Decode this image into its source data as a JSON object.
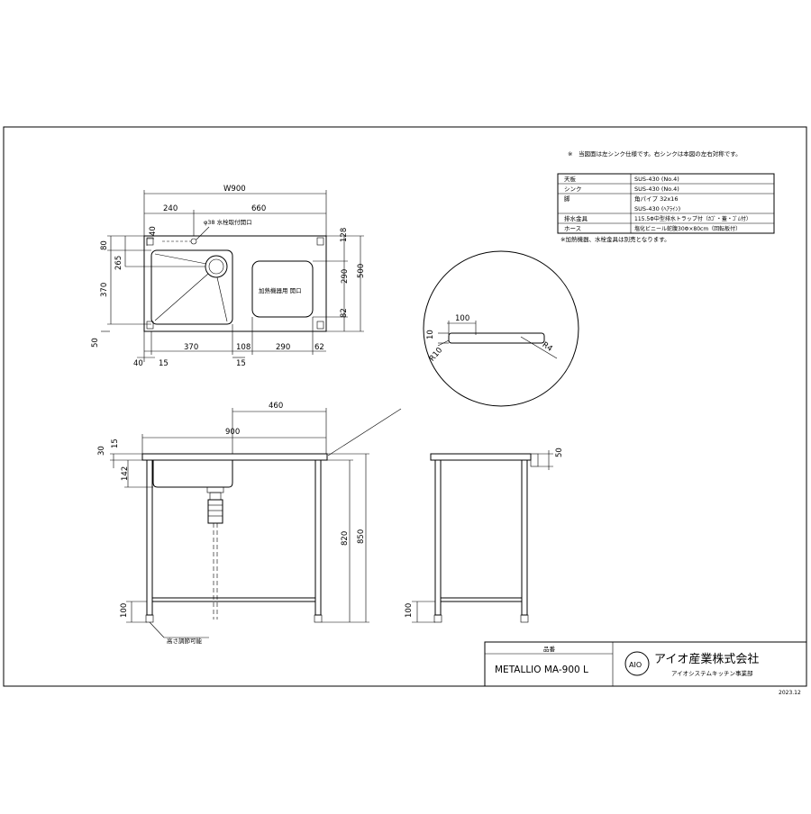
{
  "notes": {
    "top": "※　当図面は左シンク仕様です。右シンクは本図の左右対称です。",
    "bottom": "※加熱機器、水栓金具は別売となります。"
  },
  "spec_table": [
    {
      "part": "天板",
      "material": "SUS-430 (No.4)"
    },
    {
      "part": "シンク",
      "material": "SUS-430 (No.4)"
    },
    {
      "part": "脚",
      "material": "角パイプ 32x16"
    },
    {
      "part": "",
      "material": "SUS-430 (ﾍｱﾗｲﾝ)"
    },
    {
      "part": "排水金具",
      "material": "115.5Φ中型排水トラップ付（ｶｺﾞ・蓋・ｺﾞﾑ付）"
    },
    {
      "part": "ホース",
      "material": "塩化ビニール蛇腹30Φ×80cm（回転板付）"
    }
  ],
  "plan": {
    "width_label": "W900",
    "d_240": "240",
    "d_660": "660",
    "d_40_top": "40",
    "faucet_hole": "φ38 水栓取付開口",
    "d_80": "80",
    "d_265": "265",
    "d_370_left": "370",
    "d_50": "50",
    "d_128": "128",
    "d_290_right": "290",
    "d_82": "82",
    "d_500": "500",
    "heater_opening": "加熱機器用 開口",
    "d_370_bottom": "370",
    "d_108": "108",
    "d_290_bottom": "290",
    "d_62": "62",
    "d_40_bottom": "40",
    "d_15_left": "15",
    "d_15_mid": "15"
  },
  "detail": {
    "d_100": "100",
    "d_10": "10",
    "r10": "R10",
    "r4": "R4"
  },
  "front": {
    "d_460": "460",
    "d_900": "900",
    "d_30": "30",
    "d_15": "15",
    "d_142": "142",
    "d_820": "820",
    "d_850": "850",
    "d_100": "100",
    "adjust_note": "高さ調節可能"
  },
  "side": {
    "d_50": "50",
    "d_100": "100"
  },
  "title_block": {
    "part_no_label": "品番",
    "model": "METALLIO MA-900 L",
    "logo": "AIO",
    "company": "アイオ産業株式会社",
    "division": "アイオシステムキッチン事業部"
  },
  "date": "2023.12"
}
